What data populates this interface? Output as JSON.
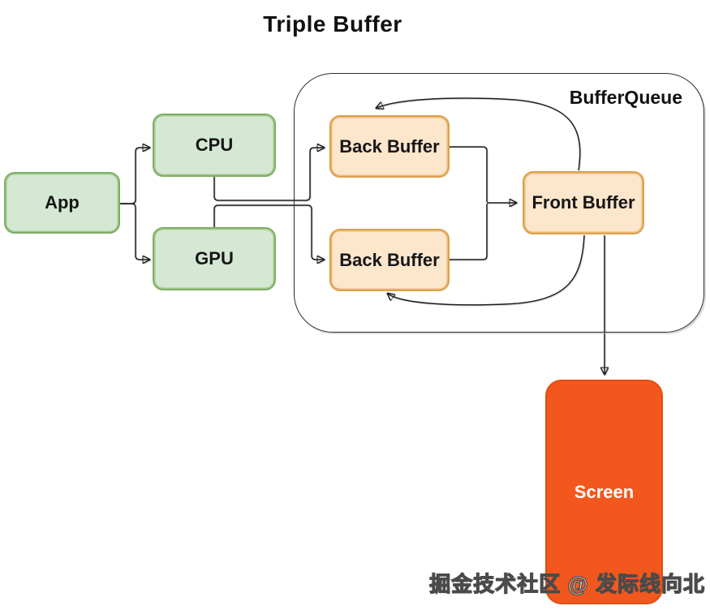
{
  "title": "Triple Buffer",
  "diagram": {
    "container_label": "BufferQueue",
    "nodes": {
      "app": {
        "label": "App"
      },
      "cpu": {
        "label": "CPU"
      },
      "gpu": {
        "label": "GPU"
      },
      "back_buffer_1": {
        "label": "Back Buffer"
      },
      "back_buffer_2": {
        "label": "Back Buffer"
      },
      "front_buffer": {
        "label": "Front Buffer"
      },
      "screen": {
        "label": "Screen"
      }
    },
    "edges": [
      {
        "from": "App",
        "to": "CPU"
      },
      {
        "from": "App",
        "to": "GPU"
      },
      {
        "from": "CPU",
        "to": "Back Buffer (top)"
      },
      {
        "from": "GPU",
        "to": "Back Buffer (bottom)"
      },
      {
        "from": "Back Buffer (top)",
        "to": "Front Buffer"
      },
      {
        "from": "Back Buffer (bottom)",
        "to": "Front Buffer"
      },
      {
        "from": "Front Buffer",
        "to": "Back Buffer (top)",
        "type": "return"
      },
      {
        "from": "Front Buffer",
        "to": "Back Buffer (bottom)",
        "type": "return"
      },
      {
        "from": "Front Buffer",
        "to": "Screen"
      }
    ],
    "colors": {
      "green_fill": "#d5e8d4",
      "green_border": "#7fae63",
      "orange_fill": "#fce6cc",
      "orange_border": "#dda04a",
      "screen_fill": "#f2581e",
      "screen_border": "#e04e12",
      "connector": "#1f1f1f"
    }
  },
  "watermark": "掘金技术社区 @ 发际线向北"
}
